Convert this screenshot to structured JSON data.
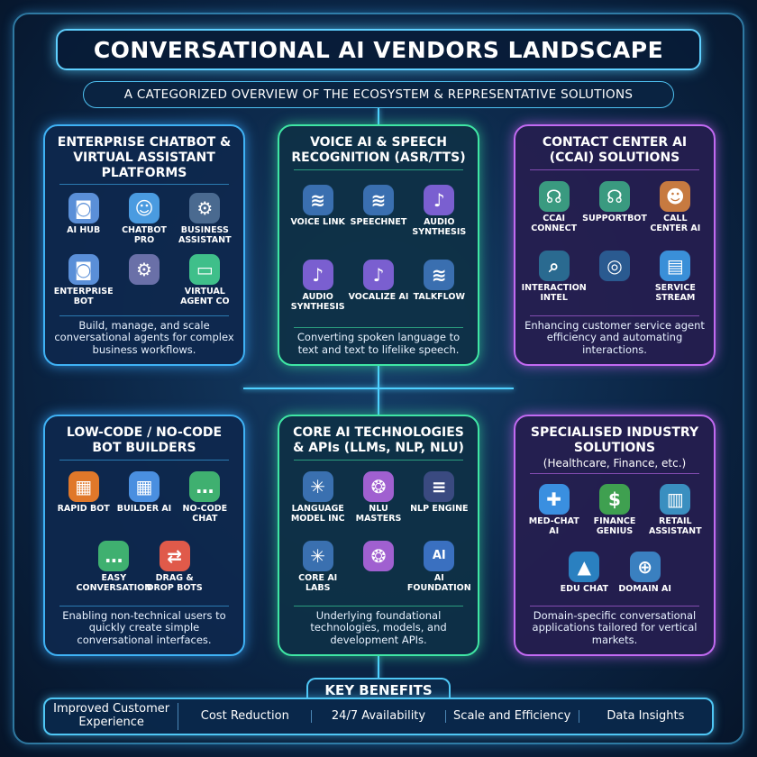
{
  "header": {
    "title": "CONVERSATIONAL AI VENDORS LANDSCAPE",
    "subtitle": "A CATEGORIZED OVERVIEW OF THE ECOSYSTEM & REPRESENTATIVE SOLUTIONS"
  },
  "colors": {
    "blue": "#3fb2f5",
    "green": "#3fe6a4",
    "purple": "#c26af2"
  },
  "panels": [
    {
      "id": "enterprise-chatbot",
      "theme": "blue",
      "title": "ENTERPRISE CHATBOT & VIRTUAL ASSISTANT PLATFORMS",
      "subtitle": "",
      "items": [
        {
          "label": "AI HUB",
          "icon": "robot-icon"
        },
        {
          "label": "CHATBOT\nPRO",
          "icon": "chatbot-icon"
        },
        {
          "label": "BUSINESS\nASSISTANT",
          "icon": "gear-user-icon"
        },
        {
          "label": "ENTERPRISE BOT",
          "icon": "robot-icon"
        },
        {
          "label": "",
          "icon": "gears-icon"
        },
        {
          "label": "VIRTUAL\nAGENT CO",
          "icon": "bot-face-icon"
        }
      ],
      "description": "Build, manage, and scale conversational agents for complex business workflows."
    },
    {
      "id": "voice-ai",
      "theme": "green",
      "title": "VOICE AI & SPEECH RECOGNITION (ASR/TTS)",
      "subtitle": "",
      "items": [
        {
          "label": "VOICE LINK",
          "icon": "waveform-icon"
        },
        {
          "label": "SPEECHNET",
          "icon": "waveform-icon"
        },
        {
          "label": "AUDIO\nSYNTHESIS",
          "icon": "microphone-icon"
        },
        {
          "label": "AUDIO\nSYNTHESIS",
          "icon": "microphone-icon"
        },
        {
          "label": "VOCALIZE AI",
          "icon": "microphone-icon"
        },
        {
          "label": "TALKFLOW",
          "icon": "waveform-icon"
        }
      ],
      "description": "Converting spoken language to text and text to lifelike speech."
    },
    {
      "id": "contact-center",
      "theme": "purple",
      "title": "CONTACT CENTER AI (CCAI) SOLUTIONS",
      "subtitle": "",
      "items": [
        {
          "label": "CCAI\nCONNECT",
          "icon": "headset-icon"
        },
        {
          "label": "SUPPORTBOT",
          "icon": "headset-icon"
        },
        {
          "label": "CALL\nCENTER AI",
          "icon": "agent-icon"
        },
        {
          "label": "INTERACTION\nINTEL",
          "icon": "magnifier-icon"
        },
        {
          "label": "",
          "icon": "target-icon"
        },
        {
          "label": "SERVICE\nSTREAM",
          "icon": "chat-card-icon"
        }
      ],
      "description": "Enhancing customer service agent efficiency and automating interactions."
    },
    {
      "id": "low-code",
      "theme": "blue",
      "title": "LOW-CODE / NO-CODE BOT BUILDERS",
      "subtitle": "",
      "items": [
        {
          "label": "RAPID BOT",
          "icon": "blocks-icon"
        },
        {
          "label": "BUILDER AI",
          "icon": "grid-pointer-icon"
        },
        {
          "label": "NO-CODE\nCHAT",
          "icon": "chat-bubbles-icon"
        },
        {
          "label": "EASY\nCONVERSATION",
          "icon": "chat-bubbles-icon"
        },
        {
          "label": "DRAG &\nDROP BOTS",
          "icon": "drag-drop-icon"
        }
      ],
      "description": "Enabling non-technical users to quickly create simple conversational interfaces."
    },
    {
      "id": "core-ai",
      "theme": "green",
      "title": "CORE AI TECHNOLOGIES & APIs (LLMs, NLP, NLU)",
      "subtitle": "",
      "items": [
        {
          "label": "LANGUAGE\nMODEL INC",
          "icon": "network-icon"
        },
        {
          "label": "NLU\nMASTERS",
          "icon": "brain-icon"
        },
        {
          "label": "NLP ENGINE",
          "icon": "code-window-icon"
        },
        {
          "label": "CORE AI LABS",
          "icon": "network-icon"
        },
        {
          "label": "",
          "icon": "brain-icon"
        },
        {
          "label": "AI\nFOUNDATION",
          "icon": "chip-icon"
        }
      ],
      "description": "Underlying foundational technologies, models, and development APIs."
    },
    {
      "id": "industry",
      "theme": "purple",
      "title": "SPECIALISED INDUSTRY SOLUTIONS",
      "subtitle": "(Healthcare, Finance, etc.)",
      "items": [
        {
          "label": "MED-CHAT\nAI",
          "icon": "medical-shield-icon"
        },
        {
          "label": "FINANCE\nGENIUS",
          "icon": "money-bag-icon"
        },
        {
          "label": "RETAIL\nASSISTANT",
          "icon": "building-icon"
        },
        {
          "label": "EDU CHAT",
          "icon": "graduation-cap-icon"
        },
        {
          "label": "DOMAIN AI",
          "icon": "globe-plus-icon"
        }
      ],
      "description": "Domain-specific conversational applications tailored for vertical markets."
    }
  ],
  "benefits": {
    "title": "KEY BENEFITS",
    "items": [
      "Improved Customer Experience",
      "Cost Reduction",
      "24/7 Availability",
      "Scale and Efficiency",
      "Data Insights"
    ]
  }
}
